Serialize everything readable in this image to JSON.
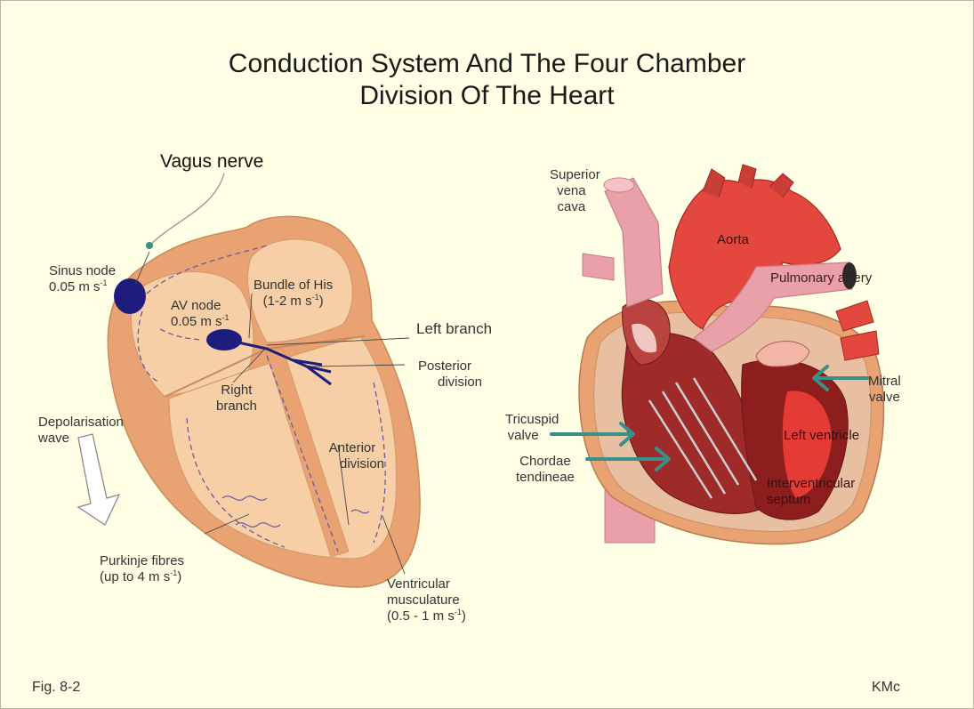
{
  "title_line1": "Conduction System And The Four Chamber",
  "title_line2": "Division Of The Heart",
  "labels": {
    "vagus_nerve": "Vagus nerve",
    "sinus_node": "Sinus node",
    "sinus_speed": "0.05 m s",
    "av_node": "AV node",
    "av_speed": "0.05 m s",
    "bundle_of_his": "Bundle of His",
    "bundle_speed": "(1-2 m s",
    "bundle_speed_end": ")",
    "left_branch": "Left branch",
    "posterior": "Posterior",
    "division": "division",
    "right": "Right",
    "branch": "branch",
    "depolarisation": "Depolarisation",
    "wave": "wave",
    "anterior": "Anterior",
    "anterior_division": "division",
    "purkinje": "Purkinje fibres",
    "purkinje_speed": "(up to 4 m s",
    "purkinje_speed_end": ")",
    "ventricular": "Ventricular",
    "musculature": "musculature",
    "vent_speed": "(0.5 - 1 m s",
    "vent_speed_end": ")",
    "superior": "Superior",
    "vena": "vena",
    "cava": "cava",
    "aorta": "Aorta",
    "pulmonary_artery": "Pulmonary artery",
    "mitral": "Mitral",
    "valve": "valve",
    "tricuspid": "Tricuspid",
    "tricuspid_valve": "valve",
    "left_ventricle": "Left ventricle",
    "chordae": "Chordae",
    "tendineae": "tendineae",
    "interventricular": "Interventricular",
    "septum": "septum",
    "sup_minus1": "-1"
  },
  "footer": {
    "fig": "Fig. 8-2",
    "author": "KMc"
  },
  "colors": {
    "background": "#ffffe6",
    "heart_outer": "#e9a272",
    "heart_inner": "#f6cfa7",
    "node": "#1e1c7c",
    "aorta_red": "#e4473d",
    "dark_red": "#8e1d1d",
    "vena_pink": "#eaa0a8",
    "arrow_teal": "#3a8f86"
  }
}
